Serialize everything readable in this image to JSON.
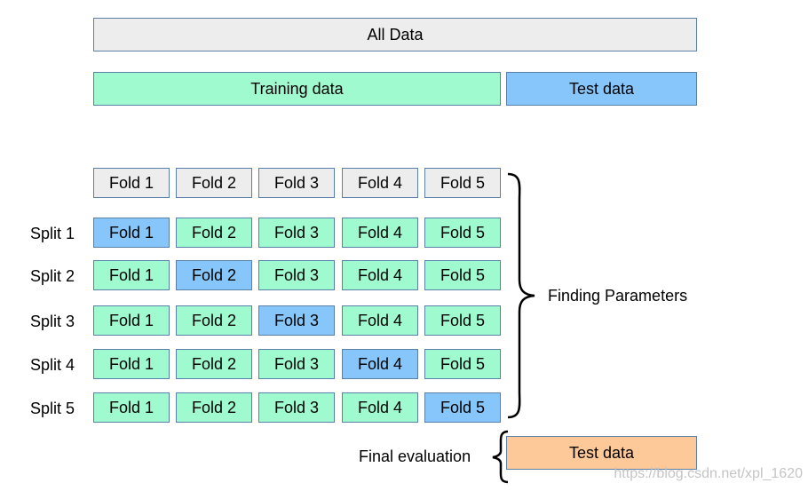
{
  "top": {
    "all_data": "All Data",
    "training_data": "Training data",
    "test_data": "Test data"
  },
  "header_folds": [
    "Fold 1",
    "Fold 2",
    "Fold 3",
    "Fold 4",
    "Fold 5"
  ],
  "splits": [
    {
      "label": "Split 1",
      "folds": [
        "Fold 1",
        "Fold 2",
        "Fold 3",
        "Fold 4",
        "Fold 5"
      ],
      "test_index": 0
    },
    {
      "label": "Split 2",
      "folds": [
        "Fold 1",
        "Fold 2",
        "Fold 3",
        "Fold 4",
        "Fold 5"
      ],
      "test_index": 1
    },
    {
      "label": "Split 3",
      "folds": [
        "Fold 1",
        "Fold 2",
        "Fold 3",
        "Fold 4",
        "Fold 5"
      ],
      "test_index": 2
    },
    {
      "label": "Split 4",
      "folds": [
        "Fold 1",
        "Fold 2",
        "Fold 3",
        "Fold 4",
        "Fold 5"
      ],
      "test_index": 3
    },
    {
      "label": "Split 5",
      "folds": [
        "Fold 1",
        "Fold 2",
        "Fold 3",
        "Fold 4",
        "Fold 5"
      ],
      "test_index": 4
    }
  ],
  "finding_parameters": "Finding Parameters",
  "final_evaluation": "Final evaluation",
  "final_test_data": "Test data",
  "watermark": "https://blog.csdn.net/xpl_1620",
  "colors": {
    "all_data": "#ededed",
    "training": "#9ffacf",
    "test_fold": "#86c6fa",
    "final_test": "#fdc999",
    "border": "#5a7fa8"
  }
}
